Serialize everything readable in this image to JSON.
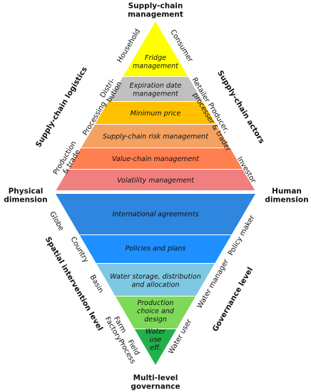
{
  "corners": {
    "top": [
      "Supply-chain",
      "management"
    ],
    "bottom": [
      "Multi-level",
      "governance"
    ],
    "left": [
      "Physical",
      "dimension"
    ],
    "right": [
      "Human",
      "dimension"
    ]
  },
  "side_titles": {
    "upper_left": "Supply-chain logistics",
    "upper_right": "Supply-chain actors",
    "lower_left": "Spatial intervention level",
    "lower_right": "Governance level"
  },
  "upper_bands": [
    {
      "lines": [
        "Fridge",
        "management"
      ],
      "color": "#ffff00"
    },
    {
      "lines": [
        "Expiration date",
        "management"
      ],
      "color": "#c0c0c0"
    },
    {
      "lines": [
        "Minimum price"
      ],
      "color": "#ffc000"
    },
    {
      "lines": [
        "Supply-chain risk management"
      ],
      "color": "#f4a261"
    },
    {
      "lines": [
        "Value-chain management"
      ],
      "color": "#ff7f50"
    },
    {
      "lines": [
        "Volatility management"
      ],
      "color": "#f08080"
    }
  ],
  "lower_bands": [
    {
      "lines": [
        "International agreements"
      ],
      "color": "#2e86de"
    },
    {
      "lines": [
        "Policies and plans"
      ],
      "color": "#1e90ff"
    },
    {
      "lines": [
        "Water storage, distribution",
        "and allocation"
      ],
      "color": "#7ec8e3"
    },
    {
      "lines": [
        "Production",
        "choice and",
        "design"
      ],
      "color": "#7ed957"
    },
    {
      "lines": [
        "Water",
        "use",
        "eff."
      ],
      "color": "#21b04b"
    }
  ],
  "upper_left_labels": [
    {
      "lines": [
        "Household"
      ]
    },
    {
      "lines": [
        "Distri-",
        "bution"
      ]
    },
    {
      "lines": [
        "Processing"
      ]
    },
    {
      "lines": [
        "Production",
        "& trade"
      ]
    }
  ],
  "upper_right_labels": [
    {
      "lines": [
        "Consumer"
      ]
    },
    {
      "lines": [
        "Retailer"
      ]
    },
    {
      "lines": [
        "Producer,",
        "processer & trader"
      ]
    },
    {
      "lines": [
        "Investor"
      ]
    }
  ],
  "lower_left_labels": [
    {
      "lines": [
        "Globe"
      ]
    },
    {
      "lines": [
        "Country"
      ]
    },
    {
      "lines": [
        "Basin"
      ]
    },
    {
      "lines": [
        "Farm",
        "Factory"
      ]
    },
    {
      "lines": [
        "Field",
        "Process"
      ]
    }
  ],
  "lower_right_labels": [
    {
      "lines": [
        "Policy maker"
      ]
    },
    {
      "lines": [
        "Water manager"
      ]
    },
    {
      "lines": [
        "Water user"
      ]
    }
  ]
}
